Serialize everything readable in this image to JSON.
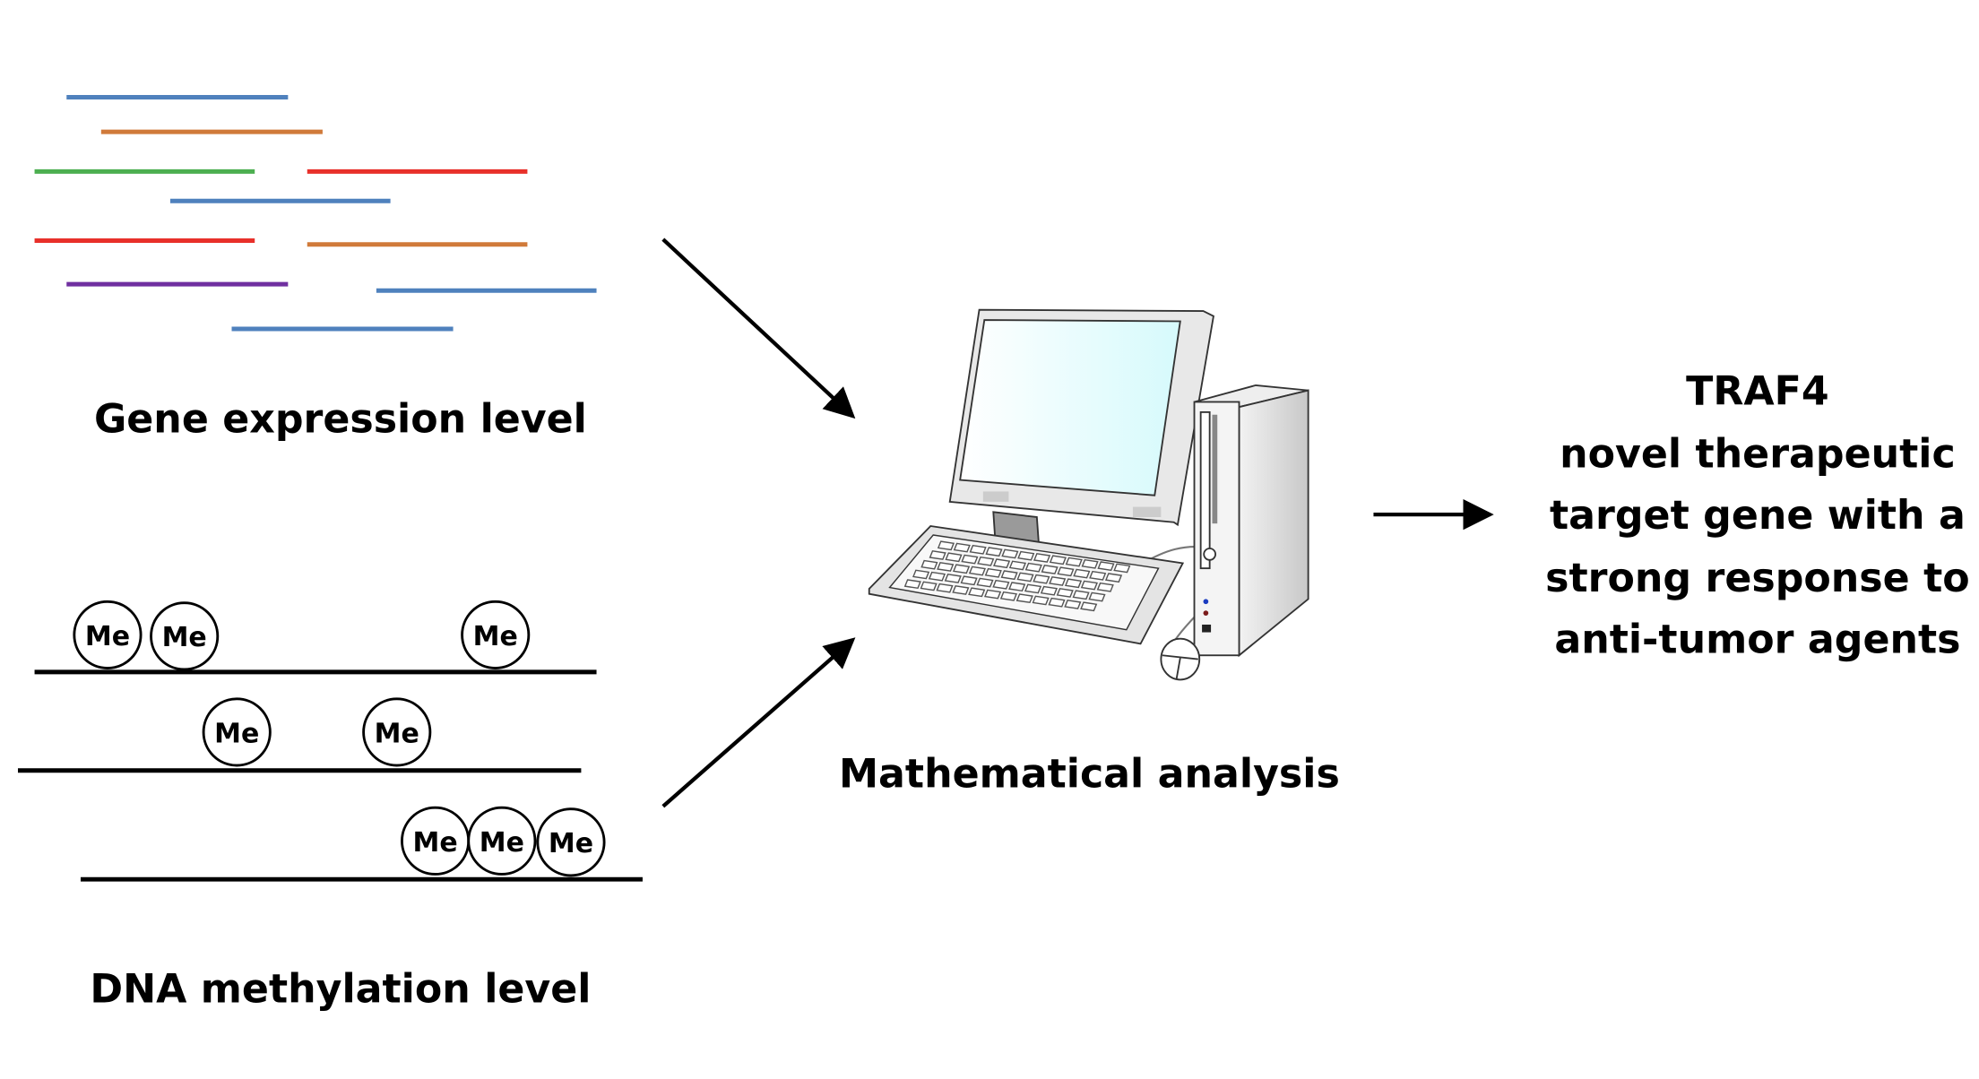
{
  "gene_expression": {
    "label": "Gene expression level",
    "line_colors": [
      "#4f81bd",
      "#d07a3a",
      "#4caf50",
      "#e8302a",
      "#4f81bd",
      "#e8302a",
      "#d07a3a",
      "#7030a0",
      "#4f81bd",
      "#4f81bd"
    ]
  },
  "dna_methylation": {
    "label": "DNA methylation level",
    "mark": "Me"
  },
  "analysis": {
    "label": "Mathematical analysis",
    "icon": "desktop-computer-icon",
    "screen_color": "#d6fafc"
  },
  "result": {
    "lines": [
      "TRAF4",
      "novel therapeutic",
      "target gene with a",
      "strong response to",
      "anti-tumor agents"
    ]
  }
}
